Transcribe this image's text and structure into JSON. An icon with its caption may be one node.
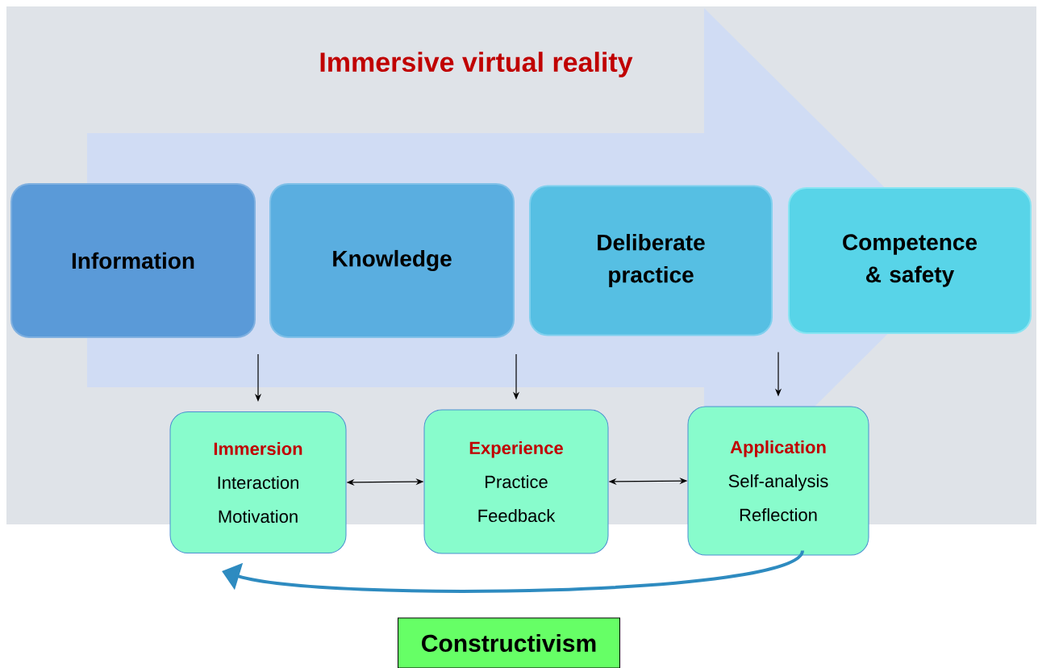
{
  "diagram": {
    "title": "Immersive virtual reality",
    "nodes": [
      {
        "text": [
          "Information"
        ]
      },
      {
        "text": [
          "Knowledge"
        ]
      },
      {
        "text": [
          "Deliberate practice"
        ]
      },
      {
        "text": [
          "Competence & safety"
        ]
      },
      {
        "text": [
          "Immersion",
          "Interaction",
          "Motivation"
        ]
      },
      {
        "text": [
          "Experience",
          "Practice",
          "Feedback"
        ]
      },
      {
        "text": [
          "Application",
          "Self-analysis",
          "Reflection"
        ]
      },
      {
        "text": [
          "Constructivism"
        ]
      }
    ],
    "edges": [
      {
        "from": 0,
        "to": 4,
        "arrow": "to"
      },
      {
        "from": 1,
        "to": 5,
        "arrow": "to"
      },
      {
        "from": 2,
        "to": 6,
        "arrow": "to"
      },
      {
        "from": 4,
        "to": 5,
        "arrow": "both"
      },
      {
        "from": 5,
        "to": 6,
        "arrow": "both"
      },
      {
        "from": 6,
        "to": 4,
        "arrow": "to",
        "style": "thick",
        "color": "#2e8bc0"
      },
      {
        "from": 0,
        "to": 3,
        "arrow": "to",
        "style": "thick",
        "color": "#d0dcf4"
      }
    ]
  }
}
